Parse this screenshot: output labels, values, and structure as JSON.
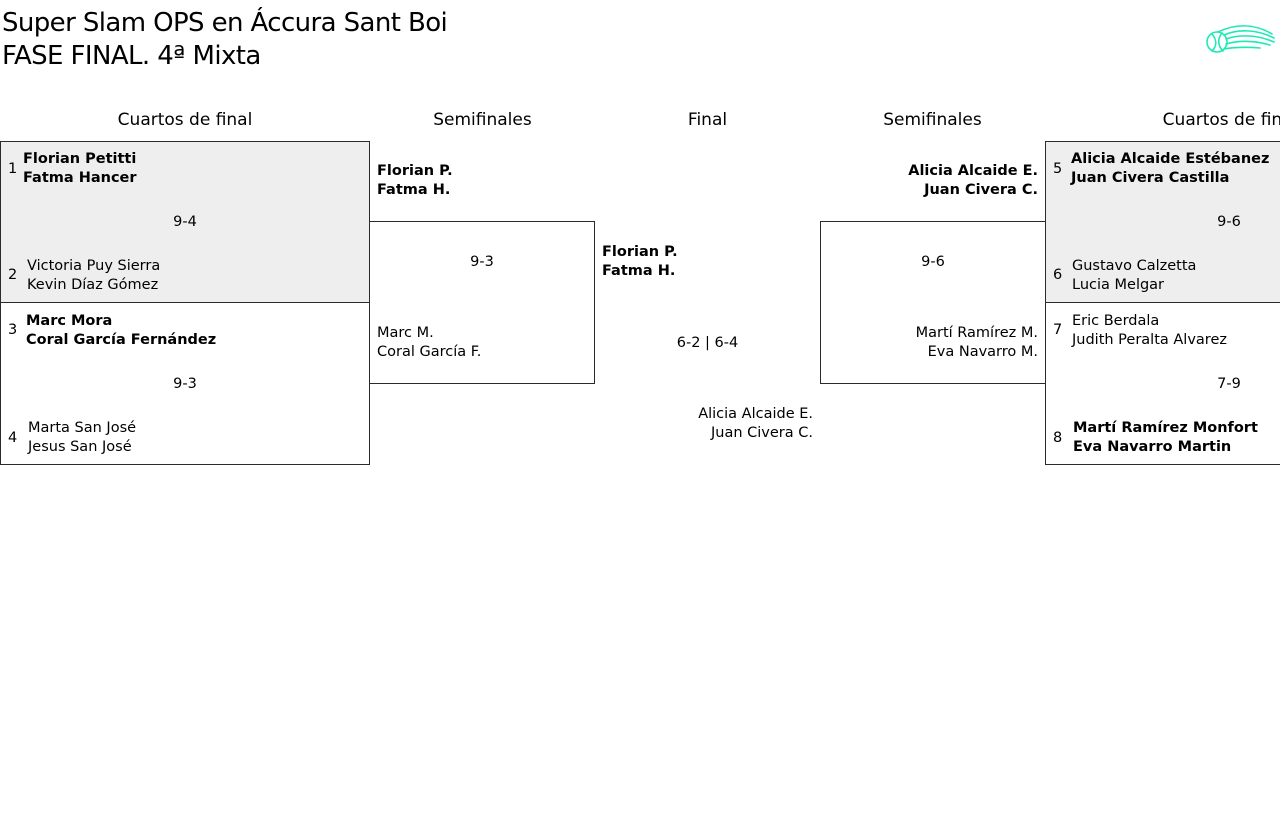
{
  "header": {
    "title_line1": "Super Slam OPS en Áccura Sant Boi",
    "title_line2": "FASE FINAL. 4ª Mixta",
    "logo_icon": "tennis-ball-comet-icon",
    "logo_color": "#1de9b6"
  },
  "rounds": {
    "left_quarters": "Cuartos de final",
    "left_semis": "Semifinales",
    "final": "Final",
    "right_semis": "Semifinales",
    "right_quarters": "Cuartos de final"
  },
  "quarters_left": [
    {
      "top": {
        "seed": "1",
        "p1": "Florian Petitti",
        "p2": "Fatma Hancer",
        "winner": true
      },
      "score": "9-4",
      "bottom": {
        "seed": "2",
        "p1": "Victoria Puy Sierra",
        "p2": "Kevin Díaz Gómez",
        "winner": false
      }
    },
    {
      "top": {
        "seed": "3",
        "p1": "Marc Mora",
        "p2": "Coral García Fernández",
        "winner": true
      },
      "score": "9-3",
      "bottom": {
        "seed": "4",
        "p1": "Marta San José",
        "p2": "Jesus San José",
        "winner": false
      }
    }
  ],
  "semis_left": {
    "top": {
      "p1": "Florian P.",
      "p2": "Fatma H.",
      "winner": true
    },
    "score": "9-3",
    "bottom": {
      "p1": "Marc M.",
      "p2": "Coral García F.",
      "winner": false
    }
  },
  "final": {
    "top": {
      "p1": "Florian P.",
      "p2": "Fatma H.",
      "winner": true
    },
    "score": "6-2 | 6-4",
    "bottom": {
      "p1": "Alicia Alcaide E.",
      "p2": "Juan Civera C.",
      "winner": false
    }
  },
  "semis_right": {
    "top": {
      "p1": "Alicia Alcaide E.",
      "p2": "Juan Civera C.",
      "winner": true
    },
    "score": "9-6",
    "bottom": {
      "p1": "Martí Ramírez M.",
      "p2": "Eva Navarro M.",
      "winner": false
    }
  },
  "quarters_right": [
    {
      "top": {
        "seed": "5",
        "p1": "Alicia Alcaide Estébanez",
        "p2": "Juan Civera Castilla",
        "winner": true
      },
      "score": "9-6",
      "bottom": {
        "seed": "6",
        "p1": "Gustavo Calzetta",
        "p2": "Lucia Melgar",
        "winner": false
      }
    },
    {
      "top": {
        "seed": "7",
        "p1": "Eric Berdala",
        "p2": "Judith Peralta Alvarez",
        "winner": false
      },
      "score": "7-9",
      "bottom": {
        "seed": "8",
        "p1": "Martí Ramírez Monfort",
        "p2": "Eva Navarro Martin",
        "winner": true
      }
    }
  ]
}
